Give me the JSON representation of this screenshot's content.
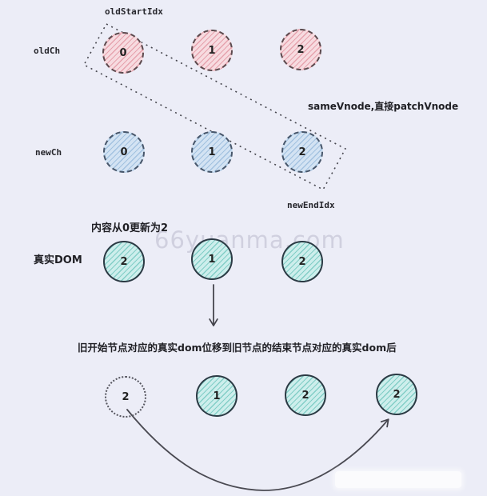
{
  "page": {
    "background": "#ecedf7"
  },
  "watermark": {
    "text": "66yuanma.com"
  },
  "labels": {
    "old_start_idx": "oldStartIdx",
    "old_ch": "oldCh",
    "same_vnode": "sameVnode,直接patchVnode",
    "new_ch": "newCh",
    "new_end_idx": "newEndIdx",
    "update_note": "内容从0更新为2",
    "real_dom": "真实DOM",
    "move_note": "旧开始节点对应的真实dom位移到旧节点的结束节点对应的真实dom后"
  },
  "rows": {
    "old": [
      "0",
      "1",
      "2"
    ],
    "new": [
      "0",
      "1",
      "2"
    ],
    "dom": [
      "2",
      "1",
      "2"
    ],
    "result": [
      "2",
      "1",
      "2",
      "2"
    ]
  },
  "colors": {
    "bg": "#ecedf7",
    "pink_fill": "#f7dbe0",
    "pink_hatch": "#e6a3ae",
    "blue_fill": "#d3e3f3",
    "blue_hatch": "#a3c2e0",
    "teal_fill": "#cdeeec",
    "teal_hatch": "#83cec7",
    "ink": "#2e2e36",
    "stroke": "#44444c",
    "watermark": "#ccccdb"
  }
}
